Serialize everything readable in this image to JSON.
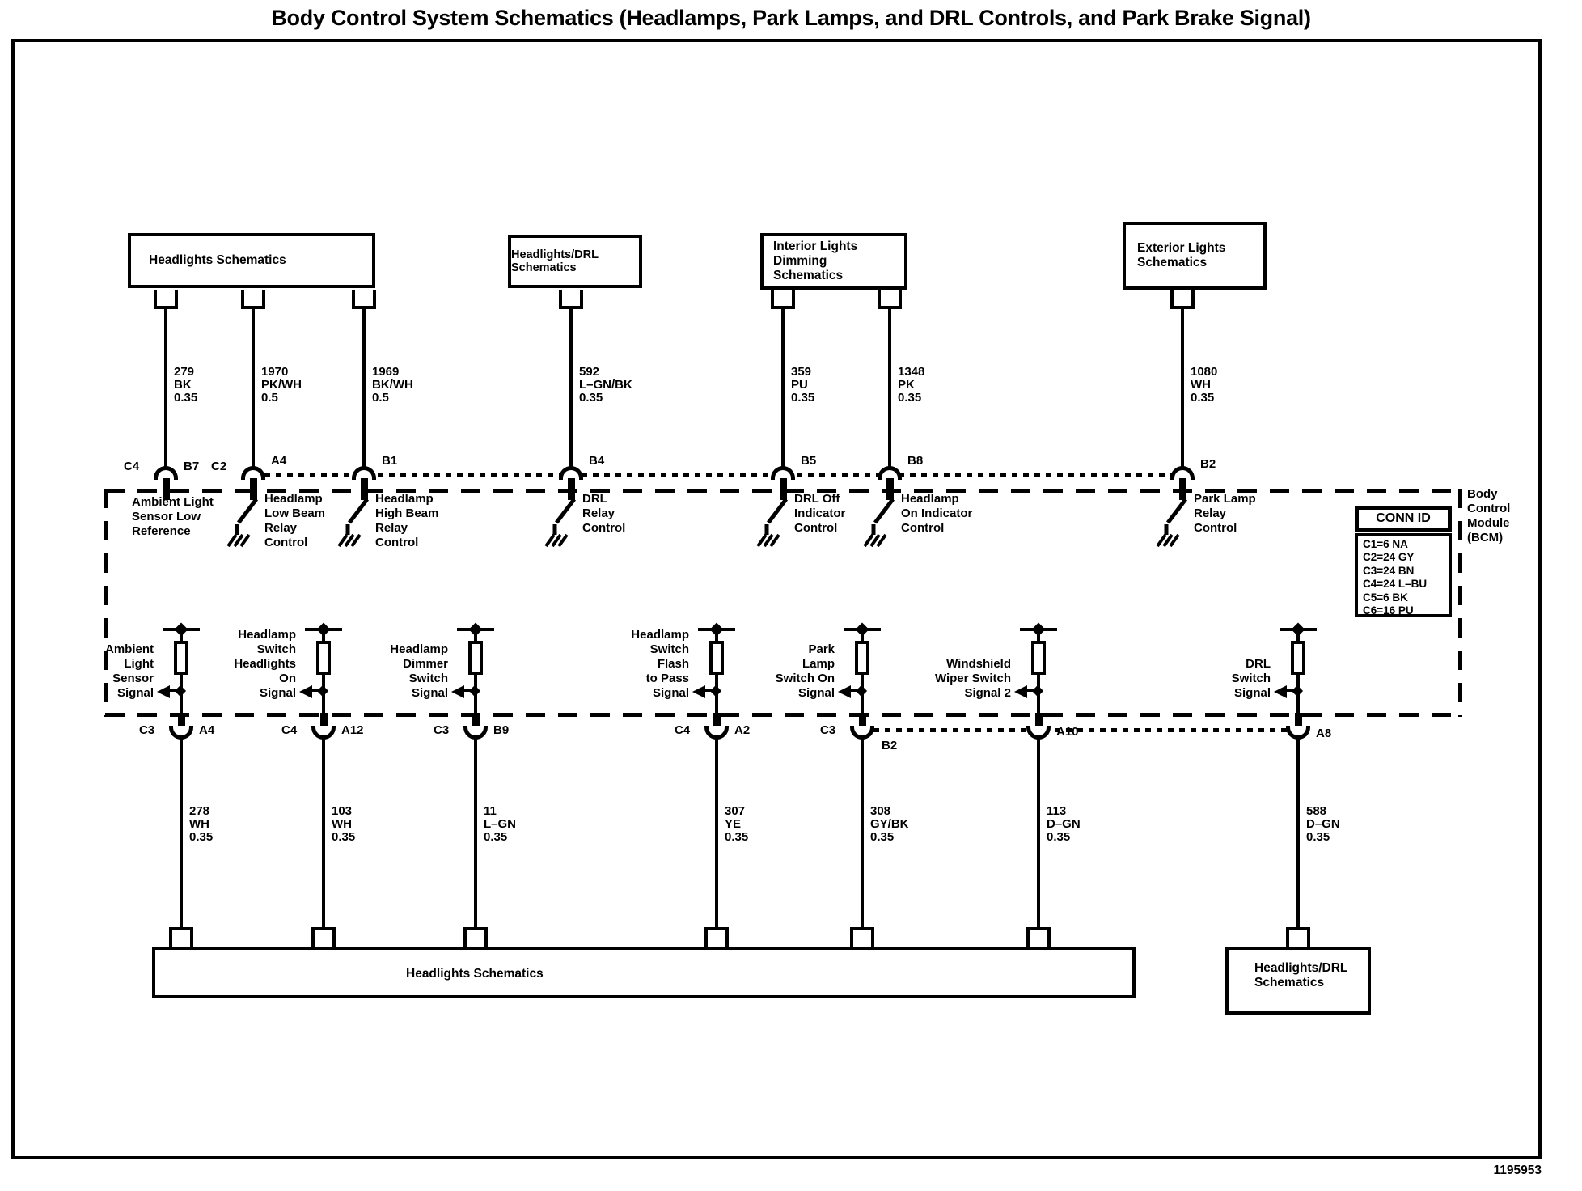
{
  "title": "Body Control System Schematics (Headlamps, Park Lamps, and DRL Controls, and Park Brake Signal)",
  "footer_code": "1195953",
  "colors": {
    "ink": "#000000",
    "paper": "#ffffff"
  },
  "top_boxes": [
    {
      "label": "Headlights Schematics"
    },
    {
      "label": "Headlights/DRL Schematics"
    },
    {
      "line1": "Interior Lights Dimming",
      "line2": "Schematics"
    },
    {
      "line1": "Exterior Lights",
      "line2": "Schematics"
    }
  ],
  "bottom_boxes": [
    {
      "label": "Headlights Schematics"
    },
    {
      "line1": "Headlights/DRL",
      "line2": "Schematics"
    }
  ],
  "bcm": {
    "name": {
      "l1": "Body",
      "l2": "Control",
      "l3": "Module",
      "l4": "(BCM)"
    },
    "conn_id": {
      "header": "CONN ID",
      "rows": [
        "C1=6 NA",
        "C2=24 GY",
        "C3=24 BN",
        "C4=24 L–BU",
        "C5=6 BK",
        "C6=16 PU"
      ]
    }
  },
  "top_circuits": [
    {
      "circuit": "279",
      "color": "BK",
      "gauge": "0.35",
      "conn": "C4",
      "pin": "B7",
      "fn": {
        "l1": "Ambient Light",
        "l2": "Sensor Low",
        "l3": "Reference"
      }
    },
    {
      "circuit": "1970",
      "color": "PK/WH",
      "gauge": "0.5",
      "conn": "C2",
      "pin": "A4",
      "fn": {
        "l1": "Headlamp",
        "l2": "Low Beam",
        "l3": "Relay",
        "l4": "Control"
      }
    },
    {
      "circuit": "1969",
      "color": "BK/WH",
      "gauge": "0.5",
      "pin": "B1",
      "fn": {
        "l1": "Headlamp",
        "l2": "High Beam",
        "l3": "Relay",
        "l4": "Control"
      }
    },
    {
      "circuit": "592",
      "color": "L–GN/BK",
      "gauge": "0.35",
      "pin": "B4",
      "fn": {
        "l1": "DRL",
        "l2": "Relay",
        "l3": "Control"
      }
    },
    {
      "circuit": "359",
      "color": "PU",
      "gauge": "0.35",
      "pin": "B5",
      "fn": {
        "l1": "DRL Off",
        "l2": "Indicator",
        "l3": "Control"
      }
    },
    {
      "circuit": "1348",
      "color": "PK",
      "gauge": "0.35",
      "pin": "B8",
      "fn": {
        "l1": "Headlamp",
        "l2": "On Indicator",
        "l3": "Control"
      }
    },
    {
      "circuit": "1080",
      "color": "WH",
      "gauge": "0.35",
      "pin": "B2",
      "fn": {
        "l1": "Park Lamp",
        "l2": "Relay",
        "l3": "Control"
      }
    }
  ],
  "bottom_circuits": [
    {
      "circuit": "278",
      "color": "WH",
      "gauge": "0.35",
      "conn": "C3",
      "pin": "A4",
      "sig": {
        "l1": "Ambient",
        "l2": "Light",
        "l3": "Sensor",
        "l4": "Signal"
      }
    },
    {
      "circuit": "103",
      "color": "WH",
      "gauge": "0.35",
      "conn": "C4",
      "pin": "A12",
      "sig": {
        "l1": "Headlamp",
        "l2": "Switch",
        "l3": "Headlights",
        "l4": "On",
        "l5": "Signal"
      }
    },
    {
      "circuit": "11",
      "color": "L–GN",
      "gauge": "0.35",
      "conn": "C3",
      "pin": "B9",
      "sig": {
        "l1": "Headlamp",
        "l2": "Dimmer",
        "l3": "Switch",
        "l4": "Signal"
      }
    },
    {
      "circuit": "307",
      "color": "YE",
      "gauge": "0.35",
      "conn": "C4",
      "pin": "A2",
      "sig": {
        "l1": "Headlamp",
        "l2": "Switch",
        "l3": "Flash",
        "l4": "to Pass",
        "l5": "Signal"
      }
    },
    {
      "circuit": "308",
      "color": "GY/BK",
      "gauge": "0.35",
      "conn": "C3",
      "pin": "B2",
      "sig": {
        "l1": "Park",
        "l2": "Lamp",
        "l3": "Switch On",
        "l4": "Signal"
      }
    },
    {
      "circuit": "113",
      "color": "D–GN",
      "gauge": "0.35",
      "pin": "A10",
      "sig": {
        "l1": "Windshield",
        "l2": "Wiper Switch",
        "l3": "Signal 2"
      }
    },
    {
      "circuit": "588",
      "color": "D–GN",
      "gauge": "0.35",
      "pin": "A8",
      "sig": {
        "l1": "DRL",
        "l2": "Switch",
        "l3": "Signal"
      }
    }
  ]
}
